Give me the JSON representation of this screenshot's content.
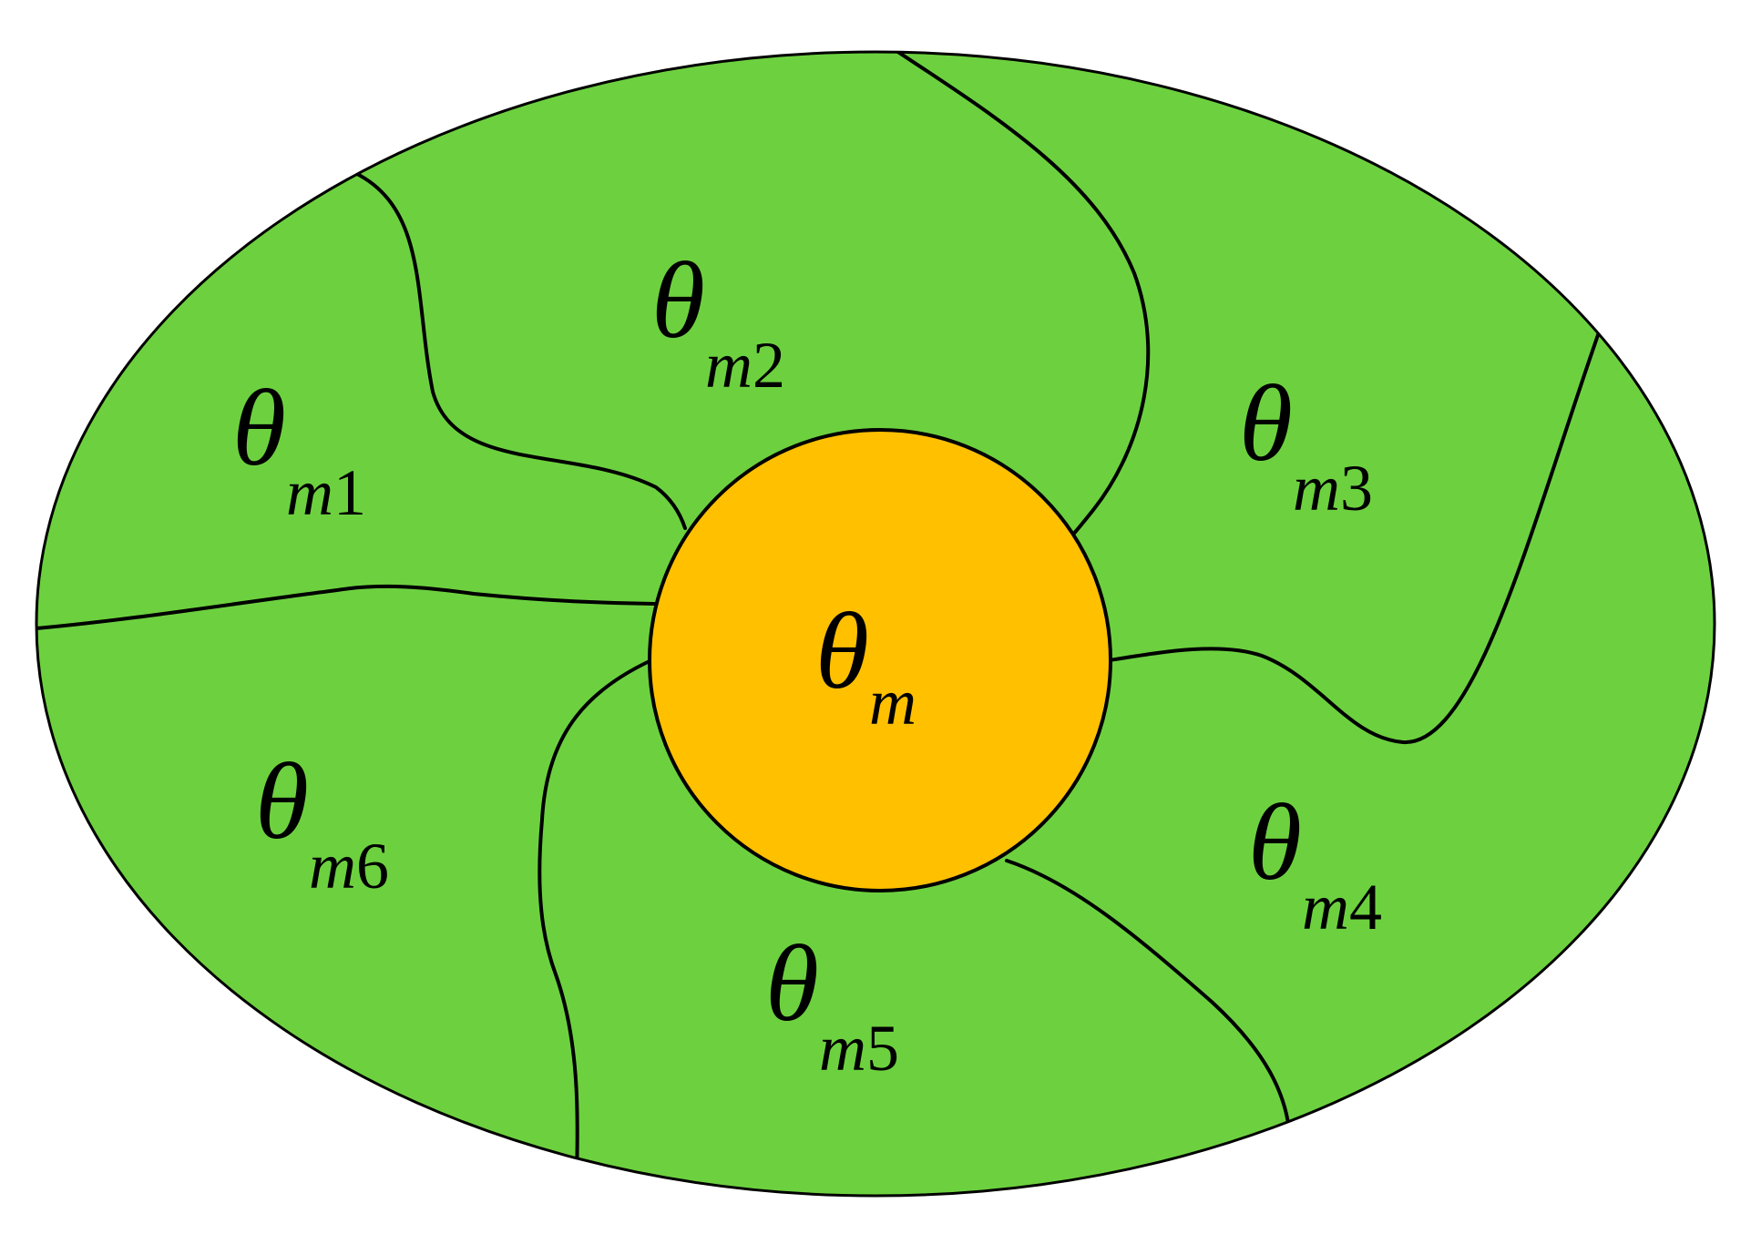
{
  "diagram": {
    "colors": {
      "background": "#ffffff",
      "outer_region": "#6dd13f",
      "center_region": "#ffc000",
      "lines": "#000000"
    },
    "center": {
      "symbol": "θ",
      "sub_var": "m",
      "sub_num": ""
    },
    "regions": [
      {
        "symbol": "θ",
        "sub_var": "m",
        "sub_num": "1"
      },
      {
        "symbol": "θ",
        "sub_var": "m",
        "sub_num": "2"
      },
      {
        "symbol": "θ",
        "sub_var": "m",
        "sub_num": "3"
      },
      {
        "symbol": "θ",
        "sub_var": "m",
        "sub_num": "4"
      },
      {
        "symbol": "θ",
        "sub_var": "m",
        "sub_num": "5"
      },
      {
        "symbol": "θ",
        "sub_var": "m",
        "sub_num": "6"
      }
    ]
  }
}
